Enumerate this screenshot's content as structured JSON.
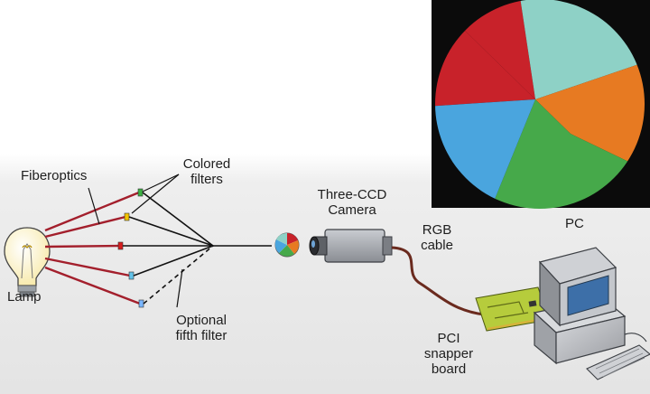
{
  "labels": {
    "fiberoptics": "Fiberoptics",
    "colored_filters": [
      "Colored",
      "filters"
    ],
    "camera": [
      "Three-CCD",
      "Camera"
    ],
    "rgb_cable": [
      "RGB",
      "cable"
    ],
    "pc": "PC",
    "lamp": "Lamp",
    "optional_filter": [
      "Optional",
      "fifth filter"
    ],
    "pci_board": [
      "PCI",
      "snapper",
      "board"
    ]
  },
  "colors": {
    "background_band": "#e6e6e6",
    "fiber": "#a31f2c",
    "filter_disk_red": "#c8222a",
    "filter_disk_cyan": "#8ed1c6",
    "filter_disk_orange": "#e77a22",
    "filter_disk_green": "#46a94a",
    "filter_disk_blue": "#4aa5de",
    "circuit_board": "#b6cc3c",
    "cable": "#6a2a1e"
  }
}
